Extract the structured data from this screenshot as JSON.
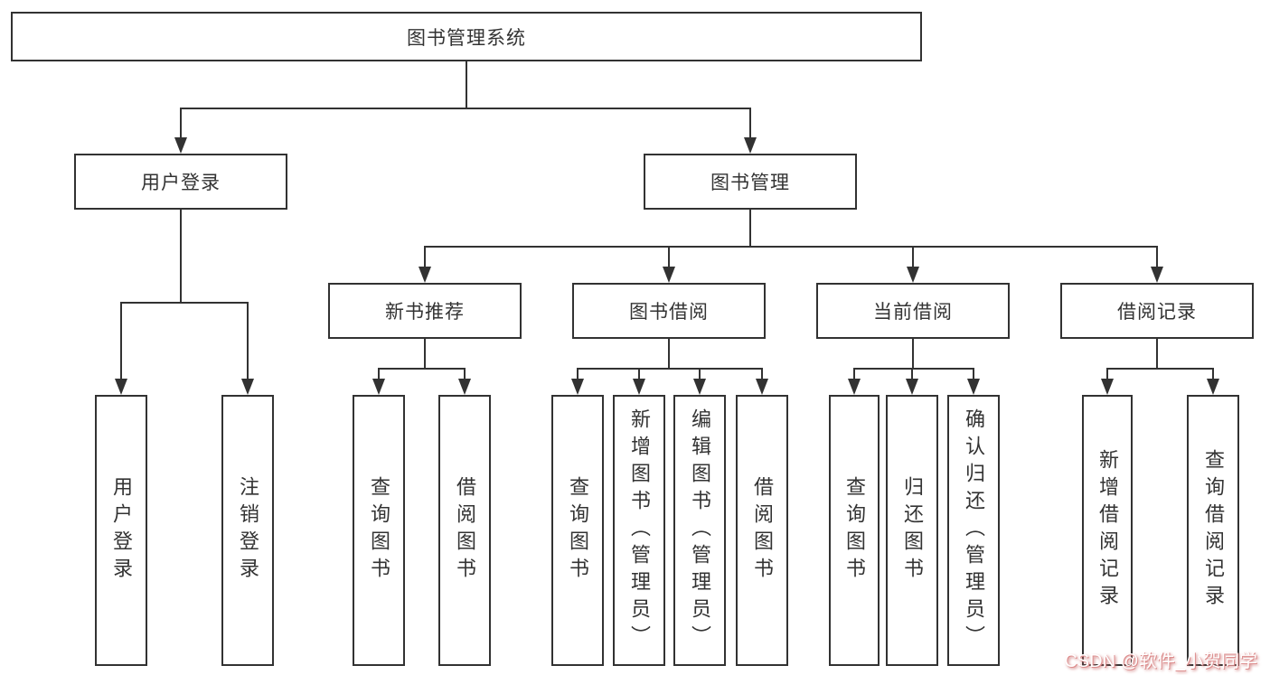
{
  "diagram_title": "图书管理系统",
  "tree": {
    "label": "图书管理系统",
    "children": [
      {
        "label": "用户登录",
        "children": [
          {
            "label": "用户登录"
          },
          {
            "label": "注销登录"
          }
        ]
      },
      {
        "label": "图书管理",
        "children": [
          {
            "label": "新书推荐",
            "children": [
              {
                "label": "查询图书"
              },
              {
                "label": "借阅图书"
              }
            ]
          },
          {
            "label": "图书借阅",
            "children": [
              {
                "label": "查询图书"
              },
              {
                "label": "新增图书（管理员）"
              },
              {
                "label": "编辑图书（管理员）"
              },
              {
                "label": "借阅图书"
              }
            ]
          },
          {
            "label": "当前借阅",
            "children": [
              {
                "label": "查询图书"
              },
              {
                "label": "归还图书"
              },
              {
                "label": "确认归还（管理员）"
              }
            ]
          },
          {
            "label": "借阅记录",
            "children": [
              {
                "label": "新增借阅记录"
              },
              {
                "label": "查询借阅记录"
              }
            ]
          }
        ]
      }
    ]
  },
  "watermark": {
    "text": "CSDN @软件_小贺同学"
  },
  "colors": {
    "line": "#323232",
    "box_border": "#323232",
    "text": "#333333",
    "background": "#ffffff",
    "watermark_text": "#ffffff",
    "watermark_shadow": "#c96a6a"
  }
}
